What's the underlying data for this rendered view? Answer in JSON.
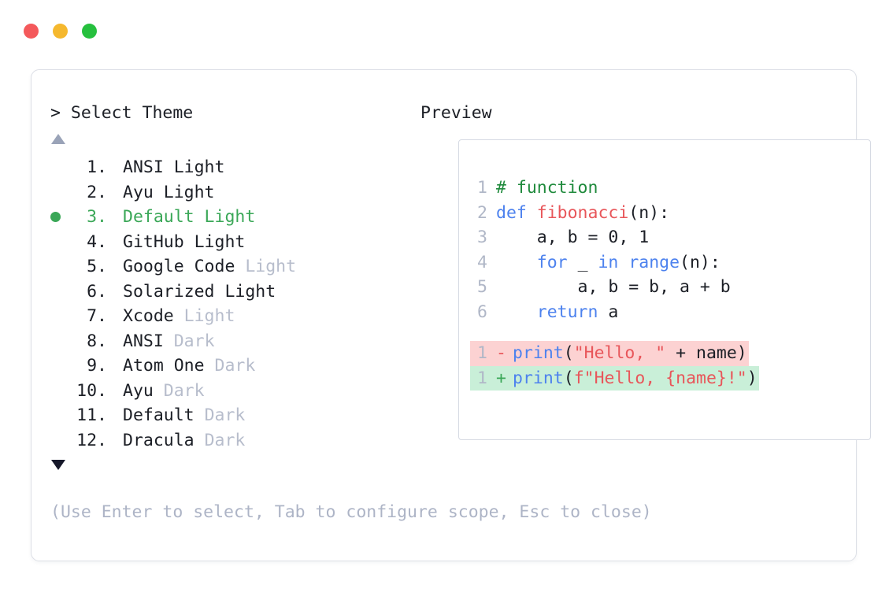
{
  "window": {
    "traffic_lights": [
      {
        "name": "close",
        "color": "#f4595b"
      },
      {
        "name": "minimize",
        "color": "#f5b82e"
      },
      {
        "name": "maximize",
        "color": "#26c03e"
      }
    ]
  },
  "prompt": {
    "title": "> Select Theme",
    "scroll_up_indicator": "▲",
    "scroll_down_indicator": "▼"
  },
  "themes": [
    {
      "index": " 1.",
      "name": "ANSI Light",
      "main": "ANSI Light",
      "dim": "",
      "selected": false
    },
    {
      "index": " 2.",
      "name": "Ayu Light",
      "main": "Ayu Light",
      "dim": "",
      "selected": false
    },
    {
      "index": " 3.",
      "name": "Default Light",
      "main": "Default Light",
      "dim": "",
      "selected": true
    },
    {
      "index": " 4.",
      "name": "GitHub Light",
      "main": "GitHub Light",
      "dim": "",
      "selected": false
    },
    {
      "index": " 5.",
      "name": "Google Code Light",
      "main": "Google Code ",
      "dim": "Light",
      "selected": false
    },
    {
      "index": " 6.",
      "name": "Solarized Light",
      "main": "Solarized Light",
      "dim": "",
      "selected": false
    },
    {
      "index": " 7.",
      "name": "Xcode Light",
      "main": "Xcode ",
      "dim": "Light",
      "selected": false
    },
    {
      "index": " 8.",
      "name": "ANSI Dark",
      "main": "ANSI ",
      "dim": "Dark",
      "selected": false
    },
    {
      "index": " 9.",
      "name": "Atom One Dark",
      "main": "Atom One ",
      "dim": "Dark",
      "selected": false
    },
    {
      "index": "10.",
      "name": "Ayu Dark",
      "main": "Ayu ",
      "dim": "Dark",
      "selected": false
    },
    {
      "index": "11.",
      "name": "Default Dark",
      "main": "Default ",
      "dim": "Dark",
      "selected": false
    },
    {
      "index": "12.",
      "name": "Dracula Dark",
      "main": "Dracula ",
      "dim": "Dark",
      "selected": false
    }
  ],
  "hint": "(Use Enter to select, Tab to configure scope, Esc to close)",
  "preview": {
    "title": "Preview",
    "code_lines": [
      {
        "ln": "1",
        "tokens": [
          {
            "t": "# function",
            "c": "comment"
          }
        ]
      },
      {
        "ln": "2",
        "tokens": [
          {
            "t": "def ",
            "c": "kw"
          },
          {
            "t": "fibonacci",
            "c": "fn"
          },
          {
            "t": "(n):",
            "c": "plain"
          }
        ]
      },
      {
        "ln": "3",
        "tokens": [
          {
            "t": "    a, b = ",
            "c": "plain"
          },
          {
            "t": "0",
            "c": "num"
          },
          {
            "t": ", ",
            "c": "plain"
          },
          {
            "t": "1",
            "c": "num"
          }
        ]
      },
      {
        "ln": "4",
        "tokens": [
          {
            "t": "    ",
            "c": "plain"
          },
          {
            "t": "for",
            "c": "kw"
          },
          {
            "t": " _ ",
            "c": "plain"
          },
          {
            "t": "in",
            "c": "kw"
          },
          {
            "t": " ",
            "c": "plain"
          },
          {
            "t": "range",
            "c": "kw"
          },
          {
            "t": "(n):",
            "c": "plain"
          }
        ]
      },
      {
        "ln": "5",
        "tokens": [
          {
            "t": "        a, b = b, a + b",
            "c": "plain"
          }
        ]
      },
      {
        "ln": "6",
        "tokens": [
          {
            "t": "    ",
            "c": "plain"
          },
          {
            "t": "return",
            "c": "kw"
          },
          {
            "t": " a",
            "c": "plain"
          }
        ]
      }
    ],
    "diff_lines": [
      {
        "kind": "removed",
        "ln": "1",
        "sign": "-",
        "tokens": [
          {
            "t": "print",
            "c": "kw"
          },
          {
            "t": "(",
            "c": "plain"
          },
          {
            "t": "\"Hello, \"",
            "c": "str"
          },
          {
            "t": " + name)",
            "c": "plain"
          }
        ]
      },
      {
        "kind": "added",
        "ln": "1",
        "sign": "+",
        "tokens": [
          {
            "t": "print",
            "c": "kw"
          },
          {
            "t": "(",
            "c": "plain"
          },
          {
            "t": "f\"Hello, {name}!\"",
            "c": "str"
          },
          {
            "t": ")",
            "c": "plain"
          }
        ]
      }
    ]
  },
  "colors": {
    "accent_green": "#3aa757",
    "dim_text": "#b7bdcc",
    "hint_text": "#adb4c6",
    "diff_removed_bg": "#fcd2d2",
    "diff_added_bg": "#c9efd8",
    "comment": "#1f8a3c",
    "keyword": "#4d82ee",
    "function": "#e8565a",
    "string": "#e8565a"
  }
}
